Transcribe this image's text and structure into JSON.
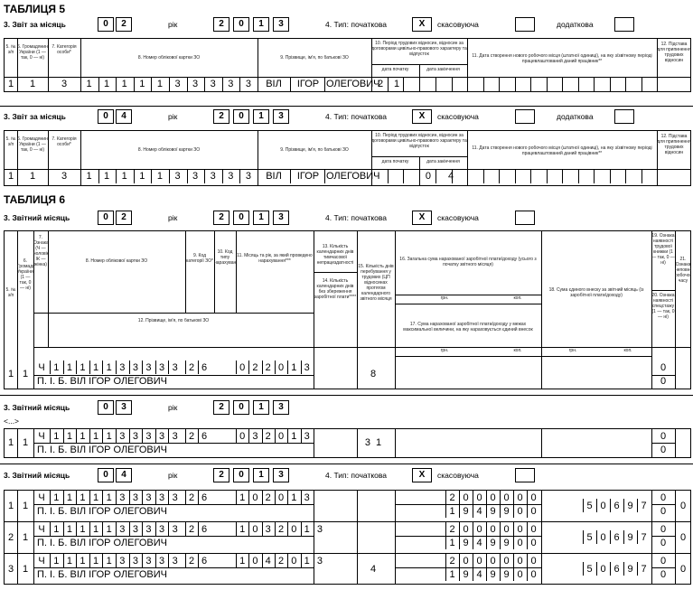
{
  "t5": {
    "title": "ТАБЛИЦЯ 5",
    "report_month_label": "3. Звіт за місяць",
    "year_label": "рік",
    "type_label": "4. Тип: початкова",
    "cancel_label": "скасовуюча",
    "additional_label": "додаткова",
    "mark": "Х",
    "headers": {
      "c5": "5. № з/п",
      "c6": "6. Громадянин України (1 — так, 0 — ні)",
      "c7": "7. Категорія особи*",
      "c8": "8. Номер облікової картки ЗО",
      "c9": "9. Прізвище, ім'я, по батькові ЗО",
      "c10": "10. Період трудових відносин, відносин за договорами цивільно-правового характеру та відпусток",
      "c10a": "дата початку",
      "c10b": "дата закінчення",
      "c11": "11. Дата створення нового робочого місця (штатної одиниці), на яку з/звітному періоді працевлаштований даний працівник**",
      "c12": "12. Підстава для припинення трудових відносин"
    },
    "blocks": [
      {
        "month": [
          "0",
          "2"
        ],
        "year": [
          "2",
          "0",
          "1",
          "3"
        ],
        "row": {
          "num": "1",
          "citizen": "1",
          "category": "3",
          "card": [
            "1",
            "1",
            "1",
            "1",
            "1",
            "3",
            "3",
            "3",
            "3",
            "3"
          ],
          "surname": "ВІЛ",
          "name": "ІГОР",
          "patronymic": "ОЛЕГОВИЧ",
          "start": "2",
          "end": "1",
          "new_place": ""
        }
      },
      {
        "month": [
          "0",
          "4"
        ],
        "year": [
          "2",
          "0",
          "1",
          "3"
        ],
        "row": {
          "num": "1",
          "citizen": "1",
          "category": "3",
          "card": [
            "1",
            "1",
            "1",
            "1",
            "1",
            "3",
            "3",
            "3",
            "3",
            "3"
          ],
          "surname": "ВІЛ",
          "name": "ІГОР",
          "patronymic": "ОЛЕГОВИЧ",
          "start": "",
          "end": "0  4",
          "new_place": ""
        }
      }
    ]
  },
  "t6": {
    "title": "ТАБЛИЦЯ 6",
    "report_month_label": "3. Звітний місяць",
    "year_label": "рік",
    "type_label": "4. Тип: початкова",
    "cancel_label": "скасовуюча",
    "mark": "Х",
    "month": [
      "0",
      "2"
    ],
    "year": [
      "2",
      "0",
      "1",
      "3"
    ],
    "headers": {
      "c5": "5. № з/п",
      "c6": "6. Громадянин України (1 — так, 0 — ні)",
      "c7": "7. Ознака (Ч — чоловік, Ж — жінка)",
      "c8": "8. Номер облікової картки ЗО",
      "c9": "9. Код категорії ЗО*",
      "c10": "10. Код типу нарахувань**",
      "c11": "11. Місяць та рік, за який проведено нарахування***",
      "c12": "12. Прізвище, ім'я, по батькові ЗО",
      "c13": "13. Кількість календарних днів тимчасової непрацездатності",
      "c14": "14. Кількість календарних днів без збереження заробітної плати****",
      "c15": "15. Кількість днів перебування у трудових (ЦП відносинах протягом календарного звітного місяця",
      "c16": "16. Загальна сума нарахованої заробітної плати/доходу (усього з початку звітного місяця)",
      "c17": "17. Сума нарахованої заробітної плати/доходу у межах максимальної величини, на яку нараховується єдиний внесок",
      "c18": "18. Сума єдиного внеску за звітний місяць (із заробітної плати/доходу)",
      "c19": "19. Ознака наявності трудової книжки (1 — так, 0 — ні)",
      "c20": "20. Ознака наявності спецстажу (1 — так, 0 — ні)",
      "c21": "21. Ознака неповного робочого часу",
      "grn": "грн.",
      "kop": "коп."
    },
    "block1": {
      "num": "1",
      "citizen": "1",
      "sex": "Ч",
      "card": [
        "1",
        "1",
        "1",
        "1",
        "1",
        "3",
        "3",
        "3",
        "3",
        "3"
      ],
      "cat": "26",
      "ym": [
        "0",
        "2",
        "2",
        "0",
        "1",
        "3"
      ],
      "pib": "П. І. Б. ВІЛ ІГОР ОЛЕГОВИЧ",
      "days": "8",
      "c19": "0",
      "c20": "0"
    },
    "block2": {
      "month_label": "3. Звітний місяць",
      "month": [
        "0",
        "3"
      ],
      "year": [
        "2",
        "0",
        "1",
        "3"
      ],
      "ellipsis": "<...>",
      "num": "1",
      "citizen": "1",
      "sex": "Ч",
      "card": [
        "1",
        "1",
        "1",
        "1",
        "1",
        "3",
        "3",
        "3",
        "3",
        "3"
      ],
      "cat": "26",
      "ym": [
        "0",
        "3",
        "2",
        "0",
        "1",
        "3"
      ],
      "pib": "П. І. Б. ВІЛ ІГОР ОЛЕГОВИЧ",
      "days": "31",
      "c19": "0",
      "c20": "0"
    },
    "block3": {
      "month_label": "3. Звітний місяць",
      "month": [
        "0",
        "4"
      ],
      "year": [
        "2",
        "0",
        "1",
        "3"
      ],
      "rows": [
        {
          "num": "1",
          "citizen": "1",
          "sex": "Ч",
          "card": [
            "1",
            "1",
            "1",
            "1",
            "1",
            "3",
            "3",
            "3",
            "3",
            "3"
          ],
          "cat": "26",
          "ym": [
            "1",
            "0",
            "2",
            "0",
            "1",
            "3"
          ],
          "pib": "П. І. Б. ВІЛ ІГОР ОЛЕГОВИЧ",
          "days": "",
          "c16": [
            "2",
            "0",
            "0",
            "0",
            "0",
            "0",
            "0"
          ],
          "c17": [
            "1",
            "9",
            "4",
            "9",
            "9",
            "0",
            "0"
          ],
          "c18": [
            "5",
            "0",
            "6",
            "9",
            "7"
          ],
          "c19": "0",
          "c20": "0",
          "c21": "0"
        },
        {
          "num": "2",
          "citizen": "1",
          "sex": "Ч",
          "card": [
            "1",
            "1",
            "1",
            "1",
            "1",
            "3",
            "3",
            "3",
            "3",
            "3"
          ],
          "cat": "26",
          "ym": [
            "1",
            "0",
            "3",
            "2",
            "0",
            "1",
            "3"
          ],
          "pib": "П. І. Б. ВІЛ ІГОР ОЛЕГОВИЧ",
          "days": "",
          "c16": [
            "2",
            "0",
            "0",
            "0",
            "0",
            "0",
            "0"
          ],
          "c17": [
            "1",
            "9",
            "4",
            "9",
            "9",
            "0",
            "0"
          ],
          "c18": [
            "5",
            "0",
            "6",
            "9",
            "7"
          ],
          "c19": "0",
          "c20": "0",
          "c21": "0"
        },
        {
          "num": "3",
          "citizen": "1",
          "sex": "Ч",
          "card": [
            "1",
            "1",
            "1",
            "1",
            "1",
            "3",
            "3",
            "3",
            "3",
            "3"
          ],
          "cat": "26",
          "ym": [
            "1",
            "0",
            "4",
            "2",
            "0",
            "1",
            "3"
          ],
          "pib": "П. І. Б. ВІЛ ІГОР ОЛЕГОВИЧ",
          "days": "4",
          "c16": [
            "2",
            "0",
            "0",
            "0",
            "0",
            "0",
            "0"
          ],
          "c17": [
            "1",
            "9",
            "4",
            "9",
            "9",
            "0",
            "0"
          ],
          "c18": [
            "5",
            "0",
            "6",
            "9",
            "7"
          ],
          "c19": "0",
          "c20": "0",
          "c21": "0"
        }
      ]
    }
  }
}
